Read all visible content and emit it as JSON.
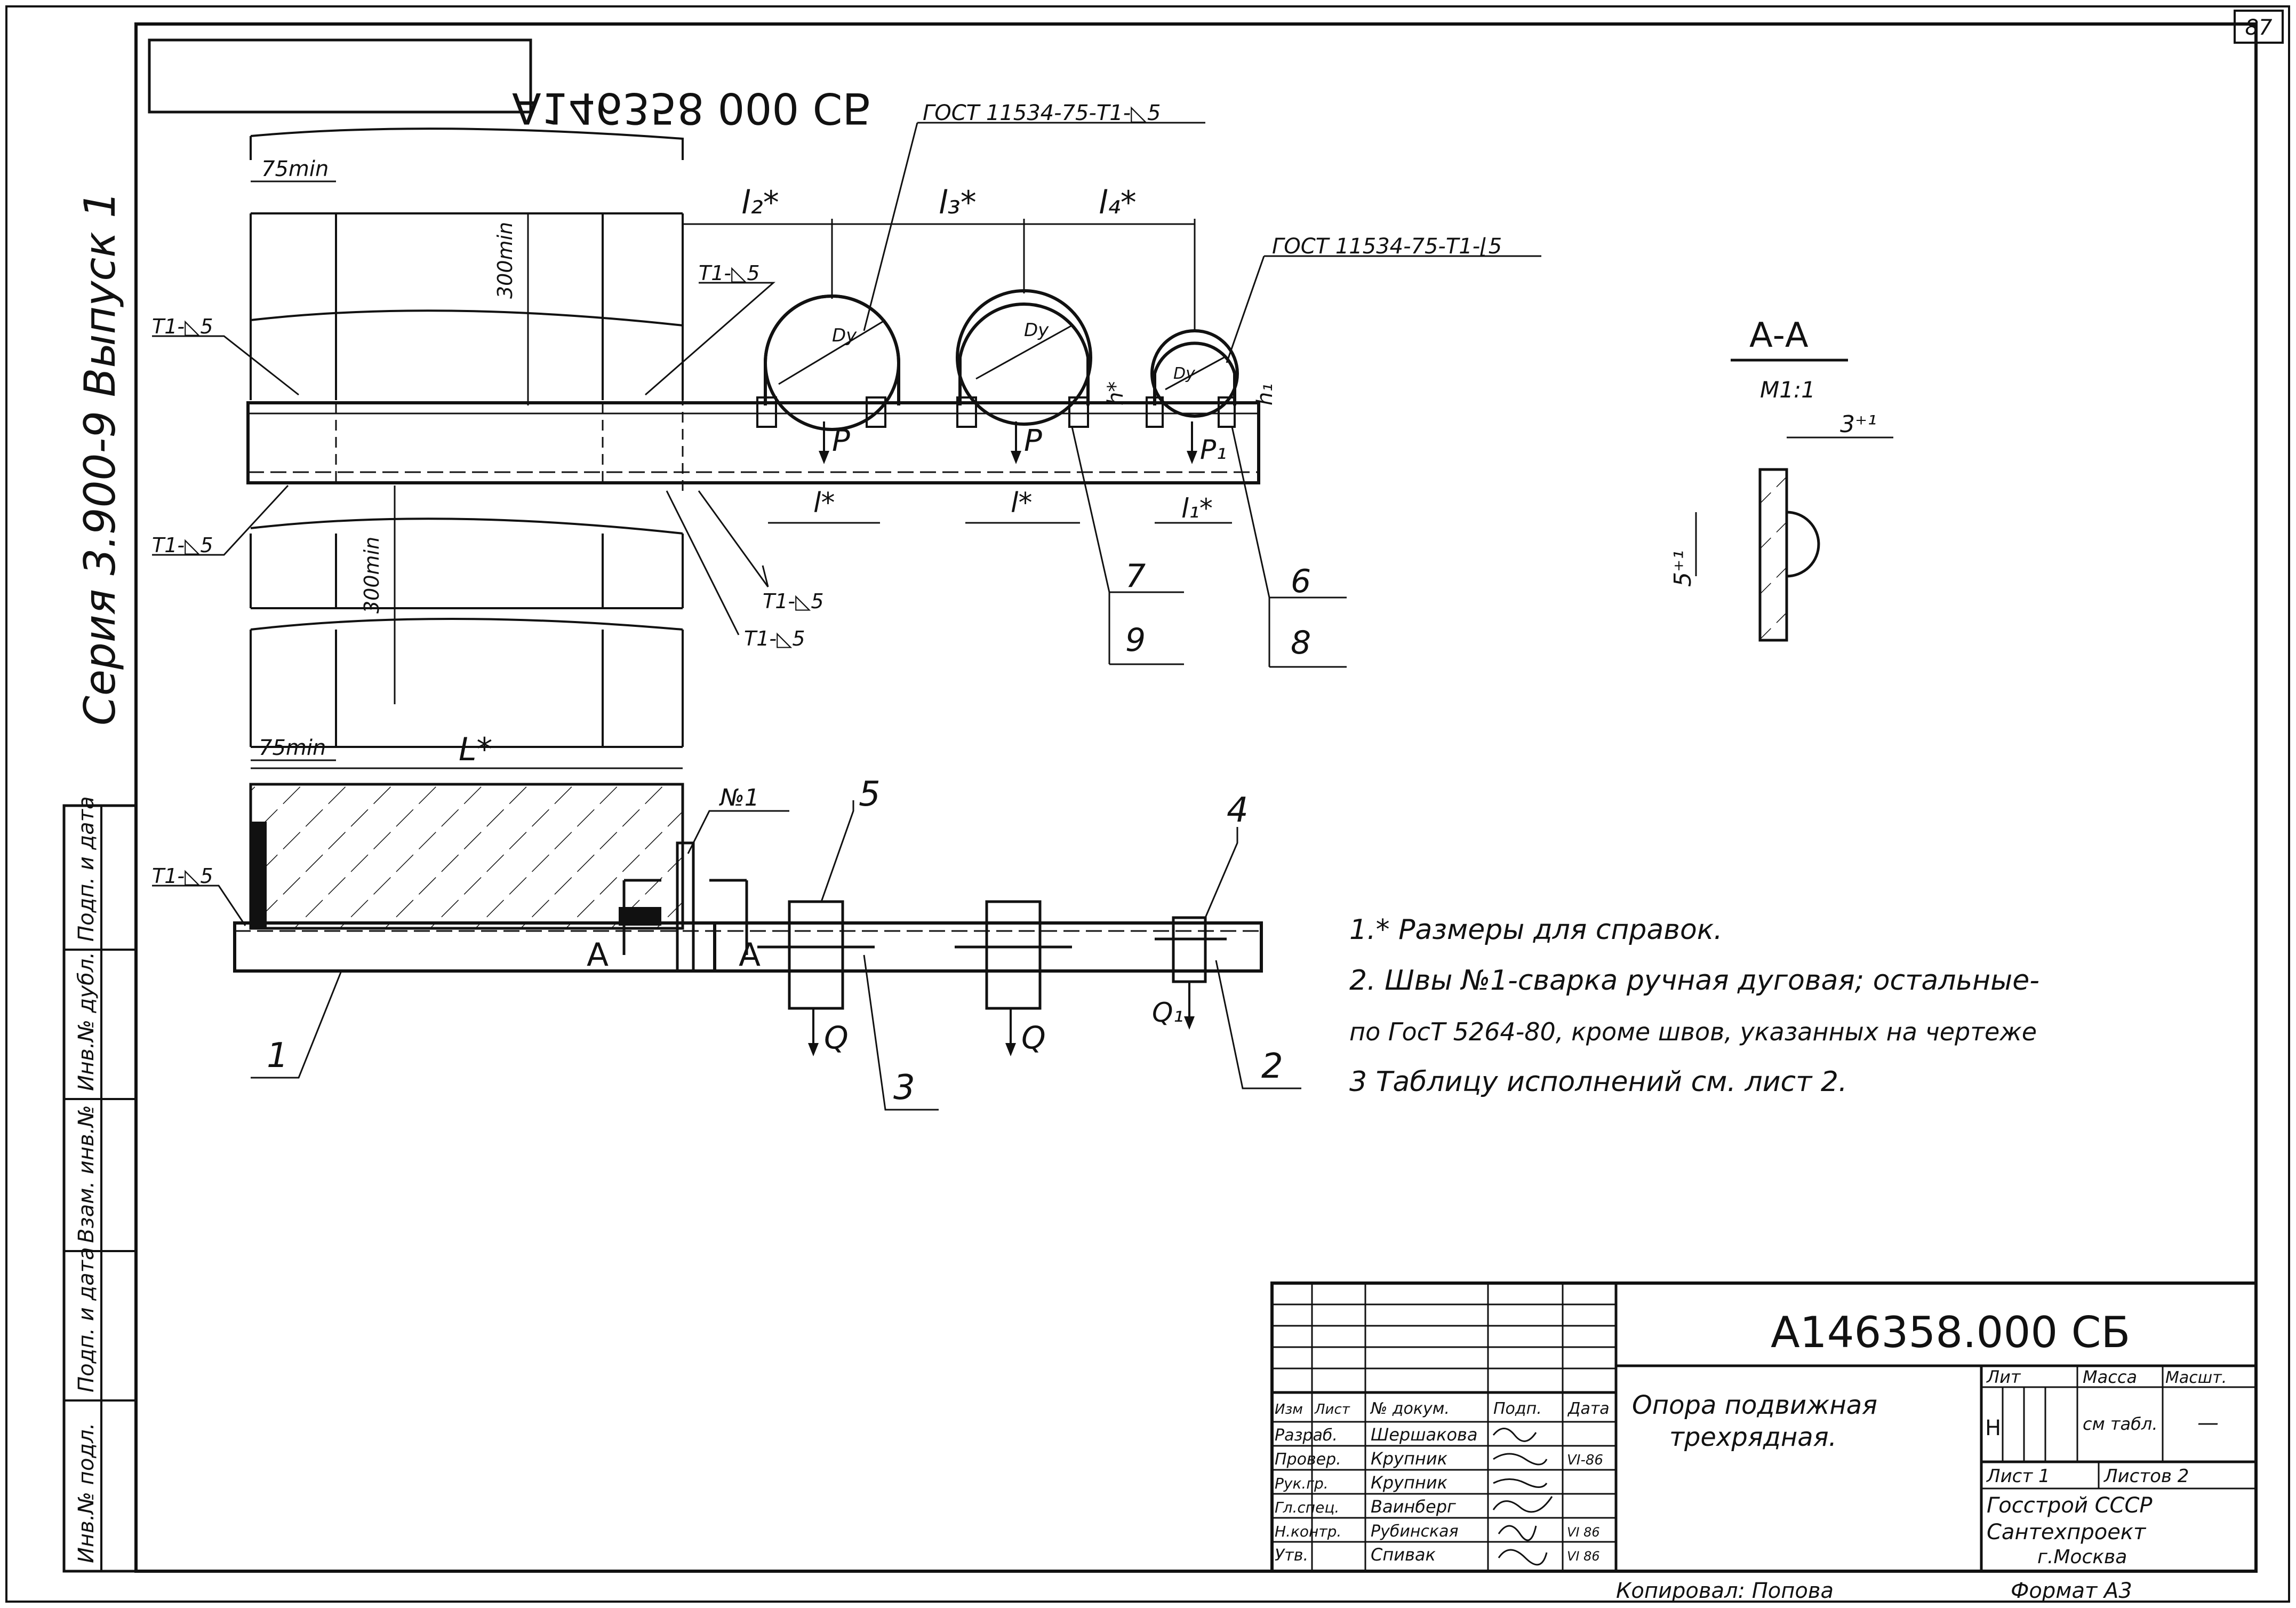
{
  "sheet_number": "87",
  "doc_code": "А146358.000 СБ",
  "doc_code_mirrored": "А146358 000 СБ",
  "series": "Серия 3.900-9 Выпуск 1",
  "stamp_side": [
    "Инв.№ подл.",
    "Подп. и дата",
    "Взам. инв.№",
    "Инв.№ дубл.",
    "Подп. и дата"
  ],
  "weld_labels": {
    "gost_top": "ГОСТ 11534-75-Т1-◺5",
    "gost_right": "ГОСТ 11534-75-Т1-⌊5",
    "t1": "Т1-◺5"
  },
  "dims": {
    "d75": "75min",
    "d300": "300min",
    "l2": "l₂*",
    "l3": "l₃*",
    "l4": "l₄*",
    "l": "l*",
    "l1": "l₁*",
    "L": "L*",
    "dy": "Dy",
    "h": "h*",
    "h1": "h₁",
    "p": "P",
    "p1": "P₁",
    "q": "Q",
    "q1": "Q₁",
    "weld_no": "№1",
    "section_mark": "А"
  },
  "part_numbers": [
    "1",
    "2",
    "3",
    "4",
    "5",
    "6",
    "7",
    "8",
    "9"
  ],
  "section": {
    "title": "А-А",
    "scale": "М1:1",
    "dim_w": "3⁺¹",
    "dim_h": "5⁺¹"
  },
  "notes": [
    "1.* Размеры для справок.",
    "2. Швы №1-сварка ручная дуговая; остальные-",
    "по ГосТ 5264-80, кроме швов, указанных на чертеже",
    "3 Таблицу исполнений см. лист 2."
  ],
  "title_block": {
    "code": "А146358.000 СБ",
    "name_line1": "Опора подвижная",
    "name_line2": "трехрядная.",
    "col_headers": [
      "Изм",
      "Лист",
      "№ докум.",
      "Подп.",
      "Дата"
    ],
    "rows": [
      {
        "role": "Разраб.",
        "name": "Шершакова",
        "date": ""
      },
      {
        "role": "Провер.",
        "name": "Крупник",
        "date": "VI-86"
      },
      {
        "role": "Рук.гр.",
        "name": "Крупник",
        "date": ""
      },
      {
        "role": "Гл.спец.",
        "name": "Ваинберг",
        "date": ""
      },
      {
        "role": "Н.контр.",
        "name": "Рубинская",
        "date": "VI 86"
      },
      {
        "role": "Утв.",
        "name": "Спивак",
        "date": "VI 86"
      }
    ],
    "lit_header": "Лит",
    "mass_header": "Масса",
    "scale_header": "Масшт.",
    "lit_value": "Н",
    "mass_value": "см табл.",
    "scale_value": "—",
    "sheet": "Лист 1",
    "sheets": "Листов 2",
    "org1": "Госстрой СССР",
    "org2": "Сантехпроект",
    "org3": "г.Москва"
  },
  "copied_by": "Копировал: Попова",
  "format": "Формат А3"
}
